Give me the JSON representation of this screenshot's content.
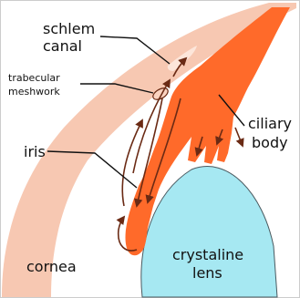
{
  "labels": {
    "schlem": "schlem",
    "canal": "canal",
    "trabecular": "trabecular",
    "meshwork": "meshwork",
    "iris": "iris",
    "ciliary": "ciliary",
    "body": "body",
    "cornea": "cornea",
    "crystaline": "crystaline",
    "lens": "lens"
  },
  "colors": {
    "cornea": "#f7c8b2",
    "iris_and_ciliary": "#ff6a2a",
    "lens": "#a6e8f2",
    "lens_outline": "#4a5a60",
    "aqueous_flow": "#6a2a14",
    "frame": "#cccccc"
  }
}
